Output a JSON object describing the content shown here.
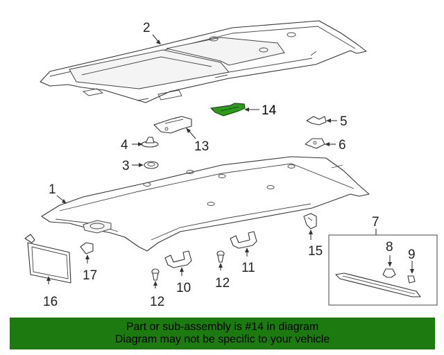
{
  "diagram": {
    "callouts": [
      {
        "id": "1",
        "label": "1"
      },
      {
        "id": "2",
        "label": "2"
      },
      {
        "id": "3",
        "label": "3"
      },
      {
        "id": "4",
        "label": "4"
      },
      {
        "id": "5",
        "label": "5"
      },
      {
        "id": "6",
        "label": "6"
      },
      {
        "id": "7",
        "label": "7"
      },
      {
        "id": "8",
        "label": "8"
      },
      {
        "id": "9",
        "label": "9"
      },
      {
        "id": "10",
        "label": "10"
      },
      {
        "id": "11",
        "label": "11"
      },
      {
        "id": "12a",
        "label": "12"
      },
      {
        "id": "12b",
        "label": "12"
      },
      {
        "id": "13",
        "label": "13"
      },
      {
        "id": "14",
        "label": "14"
      },
      {
        "id": "15",
        "label": "15"
      },
      {
        "id": "16",
        "label": "16"
      },
      {
        "id": "17",
        "label": "17"
      }
    ],
    "highlighted_part": "14",
    "colors": {
      "highlight_fill": "#2e9a1c",
      "banner_background": "#1d7a10",
      "line": "#333333"
    }
  },
  "banner": {
    "line1": "Part or sub-assembly is #14 in diagram",
    "line2": "Diagram may not be specific to your vehicle"
  }
}
